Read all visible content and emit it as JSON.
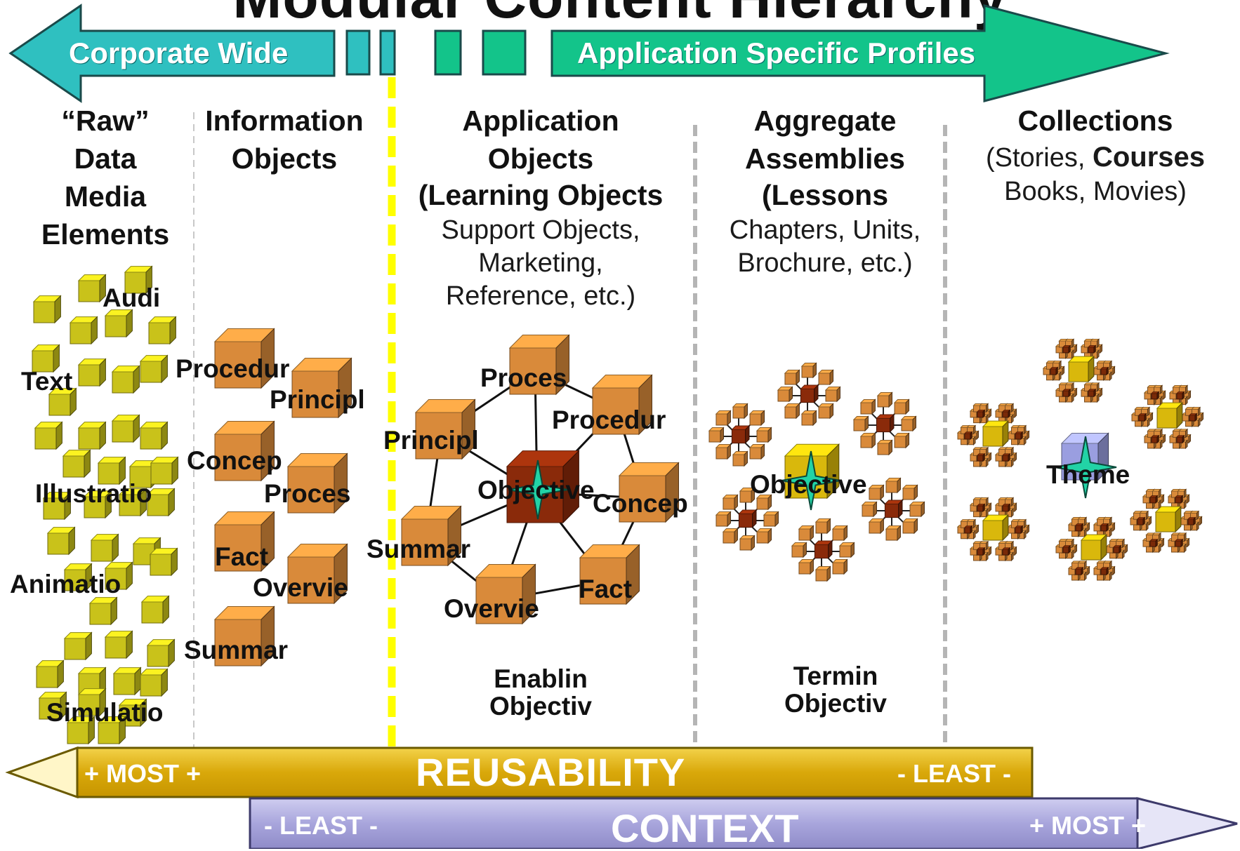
{
  "title": "Modular Content Hierarchy",
  "top_arrows": {
    "left_label": "Corporate Wide",
    "right_label": "Application Specific Profiles"
  },
  "columns": [
    {
      "heading": "“Raw”\nData\nMedia\nElements"
    },
    {
      "heading": "Information\nObjects"
    },
    {
      "heading": "Application\nObjects",
      "paren_bold": "(Learning Objects",
      "detail": "Support Objects,\nMarketing,\nReference, etc.)"
    },
    {
      "heading": "Aggregate\nAssemblies",
      "paren_bold": "(Lessons",
      "detail": "Chapters, Units,\nBrochure, etc.)"
    },
    {
      "heading": "Collections",
      "paren_pre": "(Stories, ",
      "paren_bold": "Courses",
      "detail": "Books, Movies)"
    }
  ],
  "raw_labels": [
    "Audi",
    "Text",
    "Illustratio",
    "Animatio",
    "Simulatio"
  ],
  "info_labels": [
    "Procedur",
    "Principl",
    "Concep",
    "Proces",
    "Fact",
    "Overvie",
    "Summar"
  ],
  "app_labels": [
    "Proces",
    "Procedur",
    "Principl",
    "Objective",
    "Concep",
    "Summar",
    "Fact",
    "Overvie"
  ],
  "assembly_label": "Objective",
  "collection_label": "Theme",
  "objective_labels": {
    "enabling": "Enablin\nObjectiv",
    "terminal": "Termin\nObjectiv"
  },
  "reusability": {
    "label": "REUSABILITY",
    "left": "+ MOST +",
    "right": "- LEAST -"
  },
  "context": {
    "label": "CONTEXT",
    "left": "- LEAST -",
    "right": "+ MOST +"
  },
  "colors": {
    "teal": "#2fc0c0",
    "green": "#13c48a",
    "cube_green_yellow": "#c9c21a",
    "cube_orange": "#d98a3a",
    "cube_dark": "#8a2a0a",
    "reusability_gold": "#e2b40c",
    "context_lavender": "#a9a6dc",
    "divider_yellow": "#ffff00",
    "divider_gray": "#b5b5b5"
  }
}
